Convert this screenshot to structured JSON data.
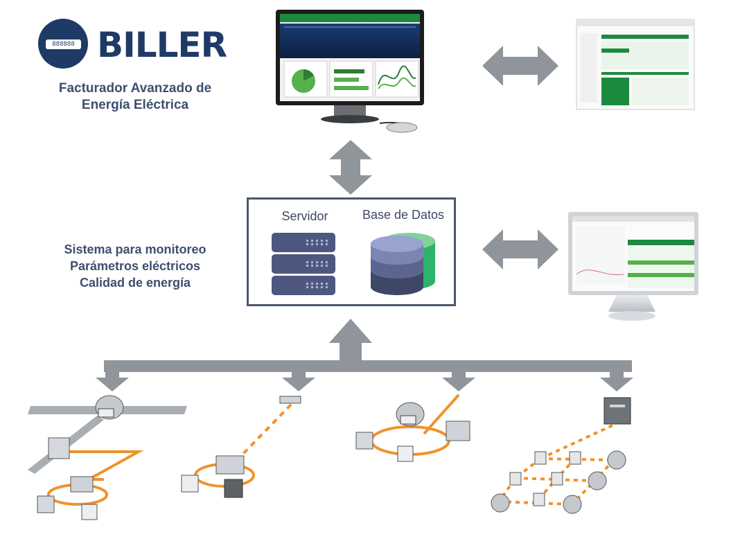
{
  "logo": {
    "brand": "BILLER",
    "meter_display": "888888"
  },
  "captions": {
    "billing_line1": "Facturador Avanzado de",
    "billing_line2": "Energía Eléctrica",
    "monitor_line1": "Sistema para monitoreo",
    "monitor_line2": "Parámetros eléctricos",
    "monitor_line3": "Calidad de energía"
  },
  "server_box": {
    "server_label": "Servidor",
    "database_label": "Base de Datos"
  },
  "colors": {
    "brand_navy": "#1f3a66",
    "arrow_gray": "#8f959b",
    "network_orange": "#f0922b",
    "screen_green": "#1c8a3c",
    "db_green": "#2db36b",
    "db_blue": "#4d5780"
  },
  "icons": {
    "pc_monitor": "desktop-monitor-icon",
    "report_screen": "web-report-screen-icon",
    "scada_monitor": "scada-monitor-icon",
    "server": "server-rack-icon",
    "database": "database-cylinder-icon",
    "network": "meter-network-icon"
  }
}
